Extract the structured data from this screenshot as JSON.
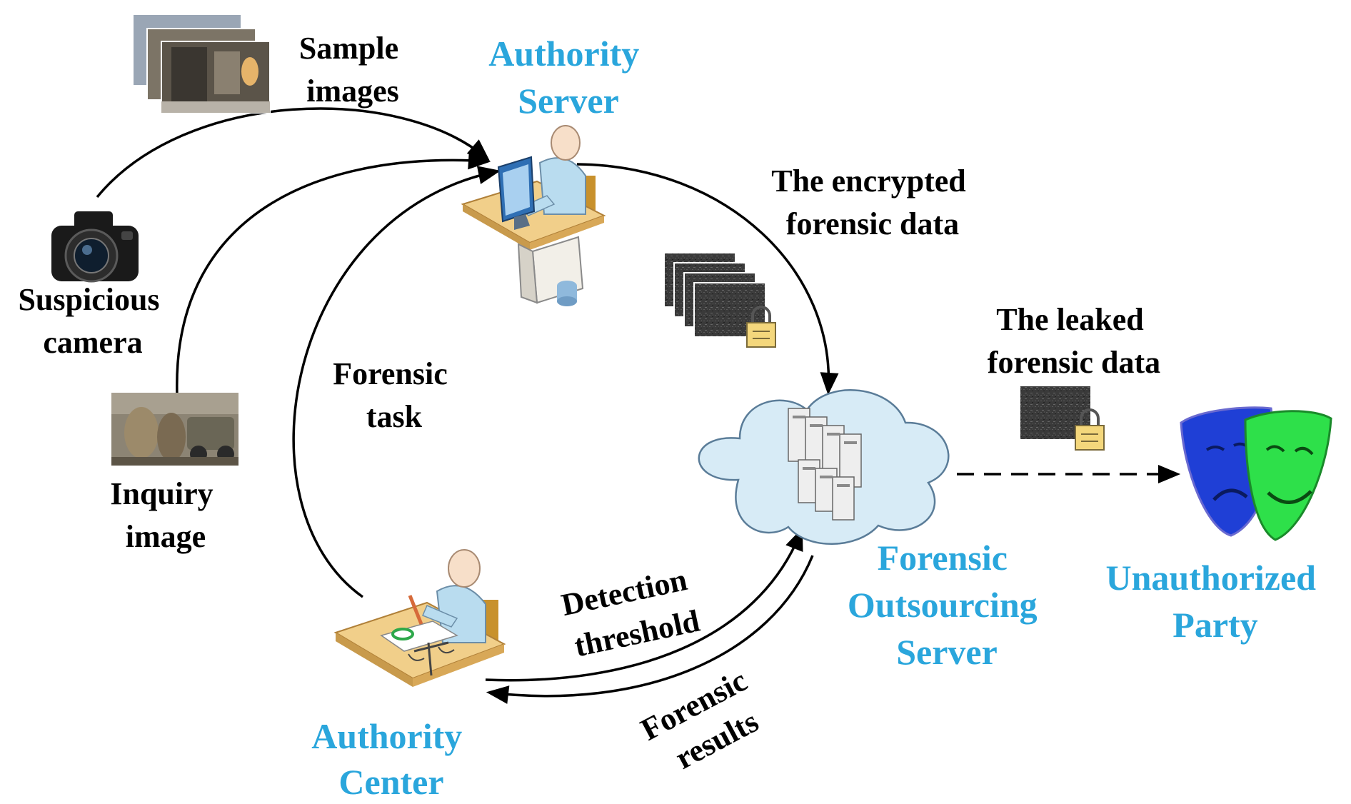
{
  "labels": {
    "sample_images": [
      "Sample",
      "images"
    ],
    "suspicious_camera": [
      "Suspicious",
      "camera"
    ],
    "inquiry_image": [
      "Inquiry",
      "image"
    ],
    "forensic_task": [
      "Forensic",
      "task"
    ],
    "encrypted_data": [
      "The encrypted",
      "forensic data"
    ],
    "leaked_data": [
      "The leaked",
      "forensic data"
    ],
    "detection_threshold": [
      "Detection",
      "threshold"
    ],
    "forensic_results": [
      "Forensic",
      "results"
    ]
  },
  "roles": {
    "authority_server": [
      "Authority",
      "Server"
    ],
    "forensic_outsourcing_server": [
      "Forensic",
      "Outsourcing",
      "Server"
    ],
    "unauthorized_party": [
      "Unauthorized",
      "Party"
    ],
    "authority_center": [
      "Authority",
      "Center"
    ]
  },
  "icons": {
    "sample_images": "photo-stack-icon",
    "camera": "dslr-camera-icon",
    "inquiry_image": "photo-icon",
    "authority_server": "person-at-computer-icon",
    "encrypted_data": "encrypted-image-stack-icon",
    "leaked_data": "encrypted-image-icon",
    "cloud_servers": "cloud-server-cluster-icon",
    "unauthorized_party": "theater-masks-icon",
    "authority_center": "person-at-desk-with-scales-icon"
  },
  "colors": {
    "role_text": "#2aa6dc",
    "cloud_fill": "#d7ebf6",
    "desk": "#f1cf8a",
    "person_body": "#b9dcef",
    "mask_blue": "#1f3fd6",
    "mask_green": "#2ee04a",
    "lock": "#f4d77c"
  }
}
